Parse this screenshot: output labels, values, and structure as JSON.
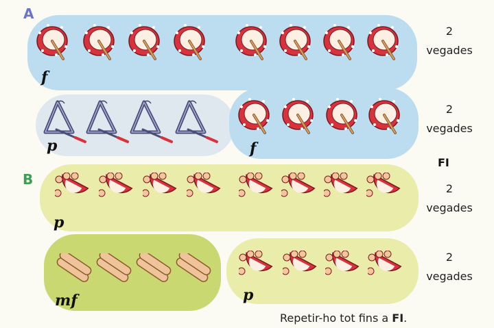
{
  "sections": [
    {
      "label": "A",
      "color": "#6c74c4"
    },
    {
      "label": "B",
      "color": "#3e9e54"
    }
  ],
  "rows": [
    {
      "repeat_count": "2",
      "repeat_word": "vegades",
      "left_dynamic": "f",
      "right_dynamic": ""
    },
    {
      "repeat_count": "2",
      "repeat_word": "vegades",
      "left_dynamic": "p",
      "right_dynamic": "f"
    },
    {
      "repeat_count": "2",
      "repeat_word": "vegades",
      "left_dynamic": "p",
      "right_dynamic": ""
    },
    {
      "repeat_count": "2",
      "repeat_word": "vegades",
      "left_dynamic": "mf",
      "right_dynamic": "p"
    }
  ],
  "fi_mark": "FI",
  "footer": {
    "text": "Repetir-ho tot fins a ",
    "bold": "FI",
    "end": "."
  },
  "icons": {
    "drum": "drum-icon",
    "triangle": "triangle-icon",
    "tambourine": "tambourine-icon",
    "claves": "claves-icon"
  },
  "colors": {
    "blue_bubble": "#bcdcef",
    "grey_bubble": "#dfe8ee",
    "yellow_bubble": "#eaecaa",
    "olive_bubble": "#c9d870",
    "instrument_red": "#d8323c"
  }
}
